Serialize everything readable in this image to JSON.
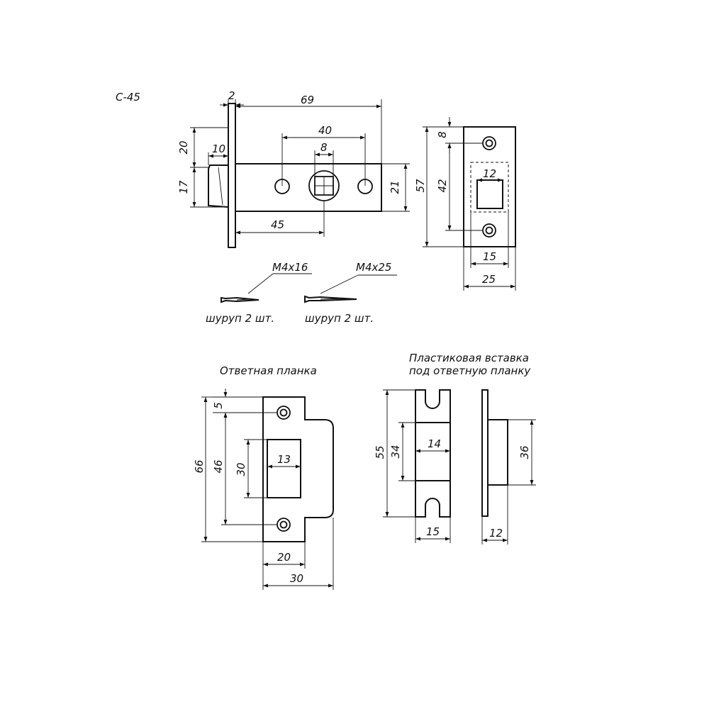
{
  "model": "C-45",
  "latch_side": {
    "dims": {
      "plate": "2",
      "total": "69",
      "holes": "40",
      "square": "8",
      "top": "20",
      "tongue": "10",
      "tongue_h": "17",
      "body_h": "21",
      "backset": "45"
    }
  },
  "latch_front": {
    "dims": {
      "hole_off": "8",
      "height": "57",
      "spacing": "42",
      "slot": "12",
      "inner": "15",
      "width": "25"
    }
  },
  "screws": [
    {
      "size": "M4x16",
      "caption": "шуруп 2 шт."
    },
    {
      "size": "M4x25",
      "caption": "шуруп 2 шт."
    }
  ],
  "strike_plate": {
    "title": "Ответная планка",
    "dims": {
      "top": "5",
      "height": "66",
      "spacing": "46",
      "slot_h": "30",
      "slot_w": "13",
      "width_inner": "20",
      "width": "30"
    }
  },
  "insert": {
    "title_line1": "Пластиковая вставка",
    "title_line2": "под ответную планку",
    "dims": {
      "height": "55",
      "inner_h": "34",
      "inner_w": "14",
      "width": "15",
      "side_h": "36",
      "side_w": "12"
    }
  }
}
